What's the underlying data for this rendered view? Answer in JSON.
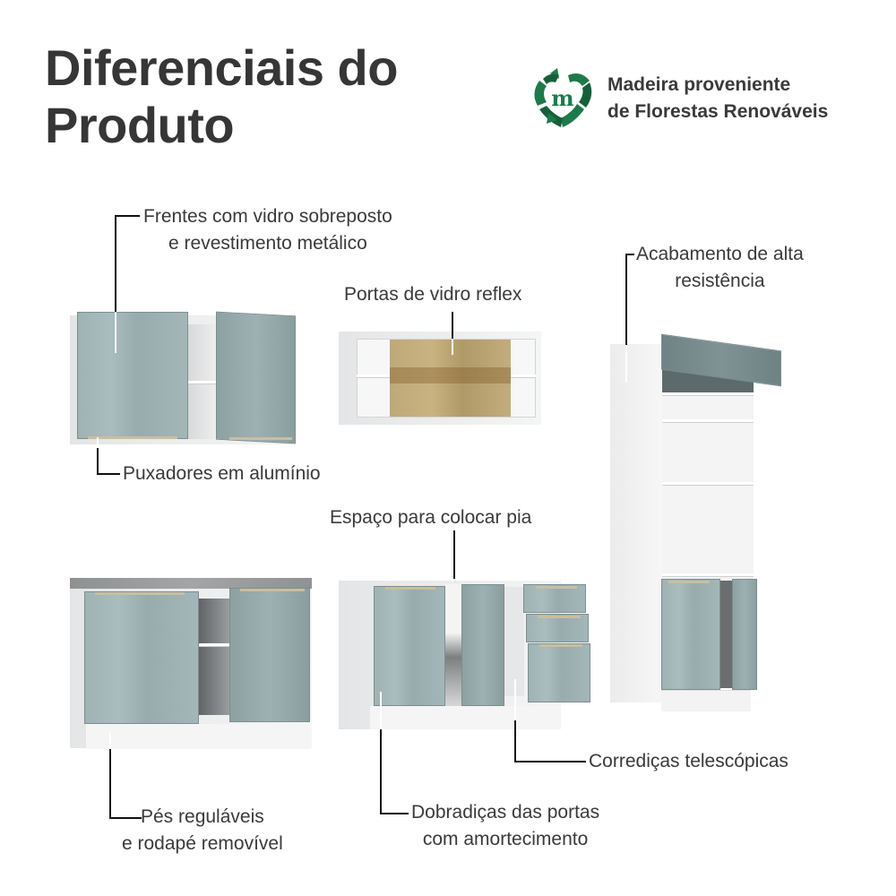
{
  "header": {
    "title_line1": "Diferenciais do",
    "title_line2": "Produto"
  },
  "badge": {
    "icon": "recycle-heart-m-icon",
    "line1": "Madeira proveniente",
    "line2": "de Florestas Renováveis",
    "color": "#1e7a4a"
  },
  "features": [
    {
      "id": "frentes",
      "line1": "Frentes com vidro sobreposto",
      "line2": "e revestimento metálico"
    },
    {
      "id": "portas-vidro",
      "line1": "Portas de vidro reflex"
    },
    {
      "id": "acabamento",
      "line1": "Acabamento de alta",
      "line2": "resistência"
    },
    {
      "id": "puxadores",
      "line1": "Puxadores em alumínio"
    },
    {
      "id": "espaco-pia",
      "line1": "Espaço para colocar pia"
    },
    {
      "id": "corredicas",
      "line1": "Corrediças telescópicas"
    },
    {
      "id": "pes",
      "line1": "Pés reguláveis",
      "line2": "e rodapé removível"
    },
    {
      "id": "dobradicas",
      "line1": "Dobradiças das portas",
      "line2": "com amortecimento"
    }
  ],
  "colors": {
    "door": "#a3b6b8",
    "carcass": "#f1f2f3",
    "glass": "#bda56f",
    "text": "#3a3a3a"
  }
}
